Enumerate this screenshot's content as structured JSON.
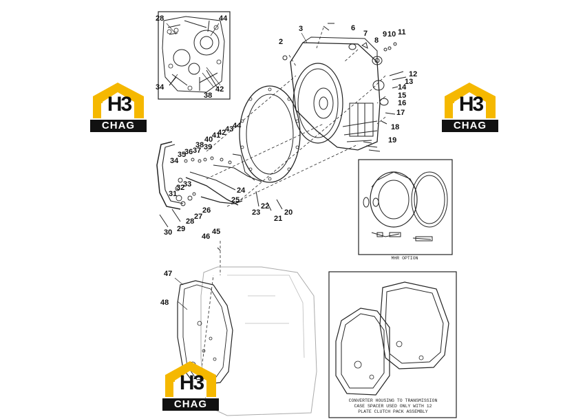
{
  "labels": {
    "n2": "2",
    "n3": "3",
    "n6": "6",
    "n7": "7",
    "n8": "8",
    "n9": "9",
    "n10": "10",
    "n11": "11",
    "n12": "12",
    "n13": "13",
    "n14": "14",
    "n15": "15",
    "n16": "16",
    "n17": "17",
    "n18": "18",
    "n19": "19",
    "n20": "20",
    "n21": "21",
    "n22": "22",
    "n23": "23",
    "n24": "24",
    "n25": "25",
    "n26": "26",
    "n27": "27",
    "n28": "28",
    "n28b": "28",
    "n29": "29",
    "n30": "30",
    "n31": "31",
    "n32": "32",
    "n33": "33",
    "n34": "34",
    "n34b": "34",
    "n35": "35",
    "n36": "36",
    "n37": "37",
    "n38": "38",
    "n38b": "38",
    "n39": "39",
    "n40": "40",
    "n41": "41",
    "n42": "42",
    "n42b": "42",
    "n43": "43",
    "n44": "44",
    "n44b": "44",
    "n45": "45",
    "n46": "46",
    "n47": "47",
    "n48": "48"
  },
  "inset_mhr_caption": "MHR OPTION",
  "inset_spacer_caption_line1": "CONVERTER HOUSING TO TRANSMISSION",
  "inset_spacer_caption_line2": "CASE SPACER USED ONLY WITH 12",
  "inset_spacer_caption_line3": "PLATE CLUTCH PACK ASSEMBLY",
  "logo": {
    "mark_text": "H3",
    "bar_text": "CHAG",
    "colors": {
      "accent": "#f5b800",
      "dark": "#111111"
    }
  }
}
